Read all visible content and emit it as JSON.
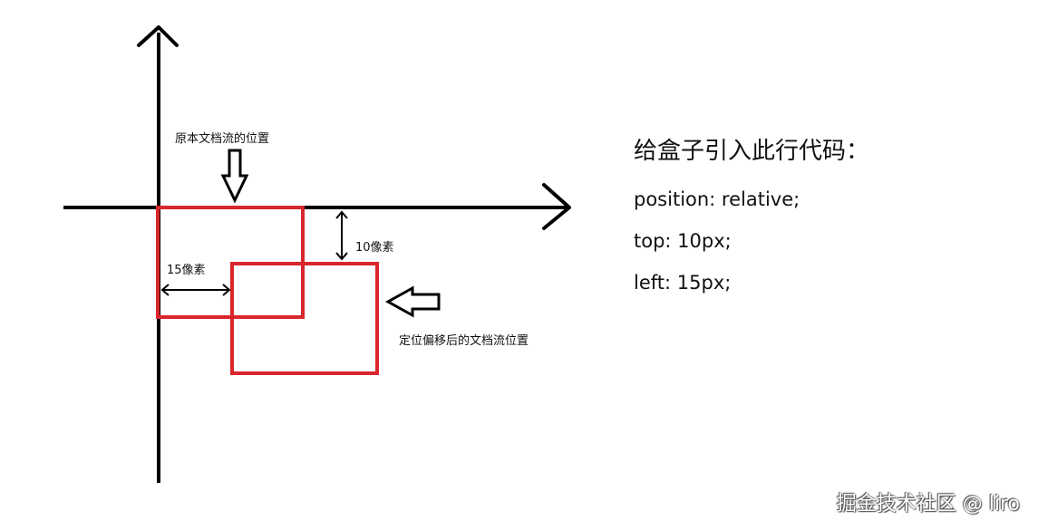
{
  "labels": {
    "original_position": "原本文档流的位置",
    "offset_10": "10像素",
    "offset_15": "15像素",
    "shifted_position": "定位偏移后的文档流位置"
  },
  "code_panel": {
    "title": "给盒子引入此行代码：",
    "lines": [
      "position: relative;",
      "top: 10px;",
      "left: 15px;"
    ]
  },
  "watermark": "掘金技术社区 @ liro",
  "colors": {
    "box": "#d9262c",
    "axis": "#000000",
    "text": "#111111"
  }
}
